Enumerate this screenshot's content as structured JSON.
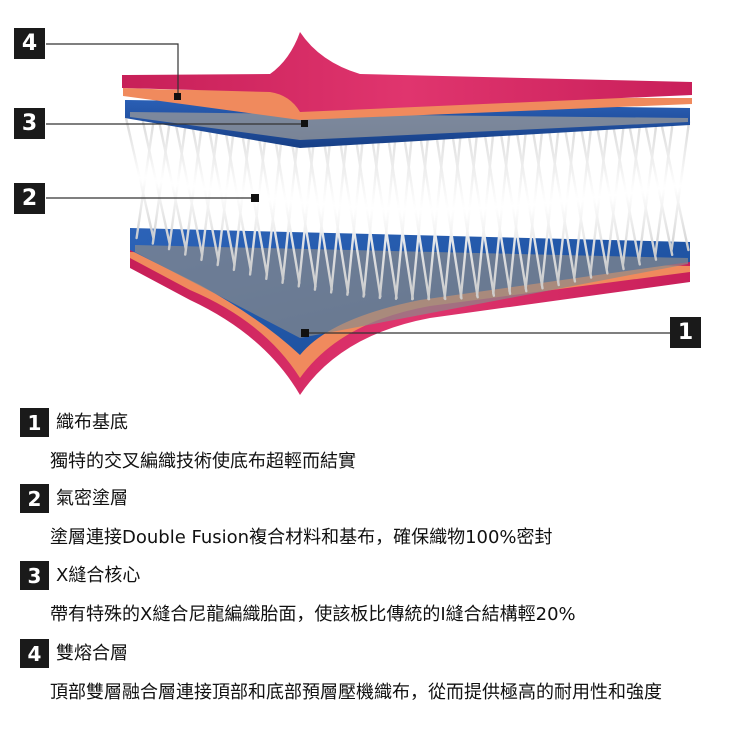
{
  "callouts": [
    {
      "number": "4"
    },
    {
      "number": "3"
    },
    {
      "number": "2"
    },
    {
      "number": "1"
    }
  ],
  "legend": [
    {
      "number": "1",
      "title": "織布基底",
      "description": "獨特的交叉編織技術使底布超輕而結實"
    },
    {
      "number": "2",
      "title": "氣密塗層",
      "description": "塗層連接Double Fusion複合材料和基布，確保織物100%密封"
    },
    {
      "number": "3",
      "title": "X縫合核心",
      "description": "帶有特殊的X縫合尼龍編織胎面，使該板比傳統的I縫合結構輕20%"
    },
    {
      "number": "4",
      "title": "雙熔合層",
      "description": "頂部雙層融合層連接頂部和底部預層壓機織布，從而提供極高的耐用性和強度"
    }
  ],
  "colors": {
    "pink": "#d4245e",
    "orange": "#f08a5d",
    "blue": "#1f4f9e",
    "dark_blue": "#183f86",
    "fiber": "#e6e6e6",
    "badge": "#1a1a1a"
  }
}
